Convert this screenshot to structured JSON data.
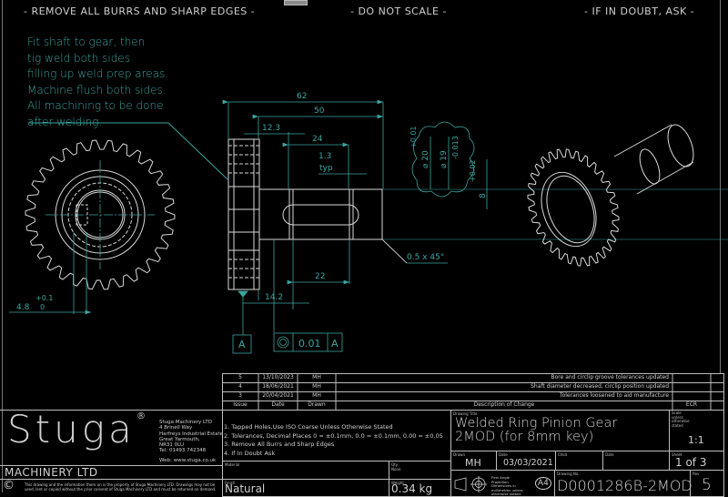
{
  "header": {
    "left": "- REMOVE ALL BURRS AND SHARP EDGES -",
    "center": "- DO NOT SCALE -",
    "right": "- IF IN DOUBT, ASK -"
  },
  "weld_note": [
    "Fit shaft to gear, then",
    "tig weld both sides",
    "filling up weld prep areas.",
    "Machine flush both sides.",
    "All machining to be done",
    "after welding."
  ],
  "dimensions": {
    "overall_length": "62",
    "shaft_length": "50",
    "gear_offset": "12.3",
    "keyway_length": "24",
    "chamfer_width": "1.3",
    "chamfer_typ": "typ",
    "shaft_end": "22",
    "gear_width": "14.2",
    "chamfer_note": "0.5 x 45°",
    "bore_dia": "⌀ 20",
    "bore_tol_upper": "+0.01",
    "bore_tol_lower": "0",
    "shaft_dia": "⌀ 19",
    "shaft_tol_upper": "0",
    "shaft_tol_lower": "-0.013",
    "key_width": "8",
    "key_tol_upper": "+0.02",
    "key_tol_lower": "0",
    "gear_dim": "4.8",
    "gear_tol_upper": "+0.1",
    "gear_tol_lower": "0"
  },
  "gdt": {
    "datum": "A",
    "symbol": "◎",
    "tolerance": "0.01",
    "ref_datum": "A"
  },
  "revisions": {
    "rows": [
      {
        "issue": "5",
        "date": "13/10/2023",
        "drawn": "MH",
        "desc": "Bore and circlip groove tolerances updated",
        "ecr": ""
      },
      {
        "issue": "4",
        "date": "18/06/2021",
        "drawn": "MH",
        "desc": "Shaft diameter decreased, circlip position updated",
        "ecr": ""
      },
      {
        "issue": "3",
        "date": "20/04/2021",
        "drawn": "MH",
        "desc": "Tolerances loosened to aid manufacture",
        "ecr": ""
      }
    ],
    "headers": {
      "issue": "Issue",
      "date": "Date",
      "drawn": "Drawn",
      "desc": "Description of Change",
      "ecr": "ECR"
    }
  },
  "company": {
    "logo": "Stuga",
    "registered": "®",
    "subtitle": "MACHINERY LTD",
    "address": [
      "Stuga Machinery LTD",
      "4 Brinell Way",
      "Harfreys Industrial Estate",
      "Great Yarmouth,",
      "NR31 0LU",
      "Tel: 01493 742348"
    ],
    "web": "Web: www.stuga.co.uk",
    "copyright_symbol": "©",
    "copyright_text": "This drawing and the information there on is the property of Stuga Machinery LTD. Drawings may not be used, lent or copied without the prior consent of Stuga Machinery LTD and must be returned on demand."
  },
  "general_notes": [
    "1. Tapped Holes,Use ISO Coarse Unless Otherwise Stated",
    "2. Tolerances, Decimal Places 0 = ±0.1mm, 0.0 =  ±0.1mm, 0.00 =  ±0.05",
    "3. Remove All Burrs and Sharp Edges",
    "4. If In Doubt Ask"
  ],
  "title_block": {
    "drawing_title_label": "Drawing Title",
    "title_line1": "Welded Ring Pinion Gear",
    "title_line2": "2MOD (for 8mm key)",
    "scale_label": "Scale unless otherwise stated",
    "scale": "1:1",
    "drawn_label": "Drawn",
    "drawn": "MH",
    "date_label": "Date",
    "date": "03/03/2021",
    "chkd_label": "Chkd",
    "chkd": "",
    "date2_label": "Date",
    "date2": "",
    "sheet_label": "Sheet",
    "sheet": "1 of 3",
    "material_label": "Material",
    "material": "",
    "qty_label": "Qty",
    "qty": "None",
    "finish_label": "Finish",
    "finish": "Natural",
    "weight_label": "Weight",
    "weight": "0.34 kg",
    "projection_text": "First Angle Projection. Dimensions in millimetres unless otherwise stated.",
    "paper_size": "A4",
    "drawing_no_label": "Drawing No.",
    "drawing_no": "D0001286B-2MOD",
    "rev_label": "Rev",
    "rev": "5"
  }
}
